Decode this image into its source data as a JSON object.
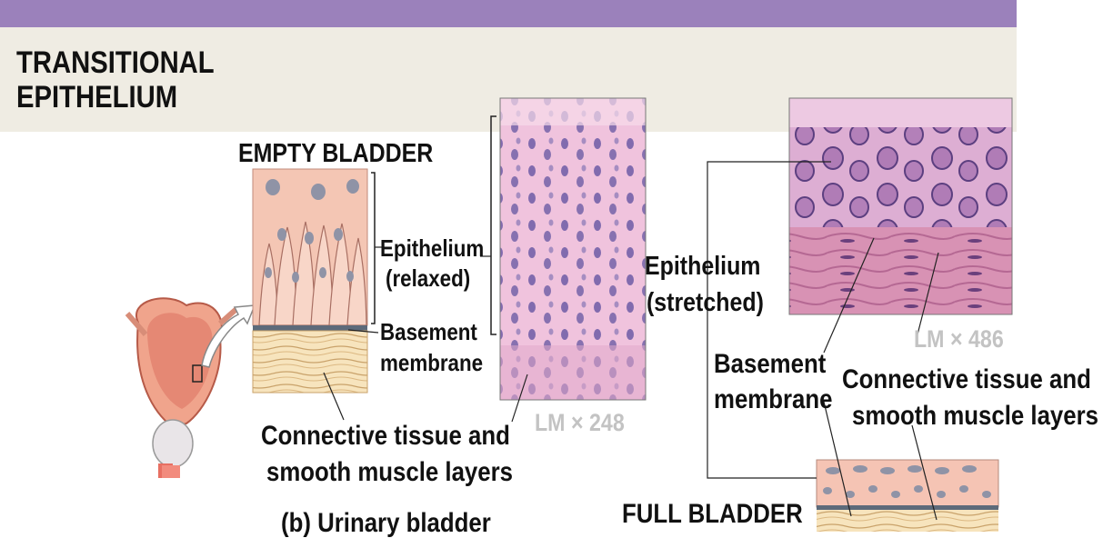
{
  "title": {
    "line1": "TRANSITIONAL",
    "line2": "EPITHELIUM"
  },
  "empty_bladder": {
    "heading": "EMPTY BLADDER"
  },
  "labels_left": {
    "epithelium": "Epithelium",
    "relaxed": "(relaxed)",
    "basement": "Basement",
    "membrane": "membrane",
    "connective1": "Connective tissue and",
    "connective2": "smooth muscle layers"
  },
  "caption": "(b) Urinary bladder",
  "micrograph_left": {
    "magnification": "LM × 248"
  },
  "labels_right": {
    "epithelium": "Epithelium",
    "stretched": "(stretched)",
    "basement": "Basement",
    "membrane": "membrane",
    "connective1": "Connective tissue and",
    "connective2": "smooth muscle layers"
  },
  "micrograph_right": {
    "magnification": "LM × 486"
  },
  "full_bladder": {
    "heading": "FULL BLADDER"
  },
  "colors": {
    "header_band": "#9b81bb",
    "title_band": "#efece3",
    "lm_text": "#c3c3c3"
  }
}
